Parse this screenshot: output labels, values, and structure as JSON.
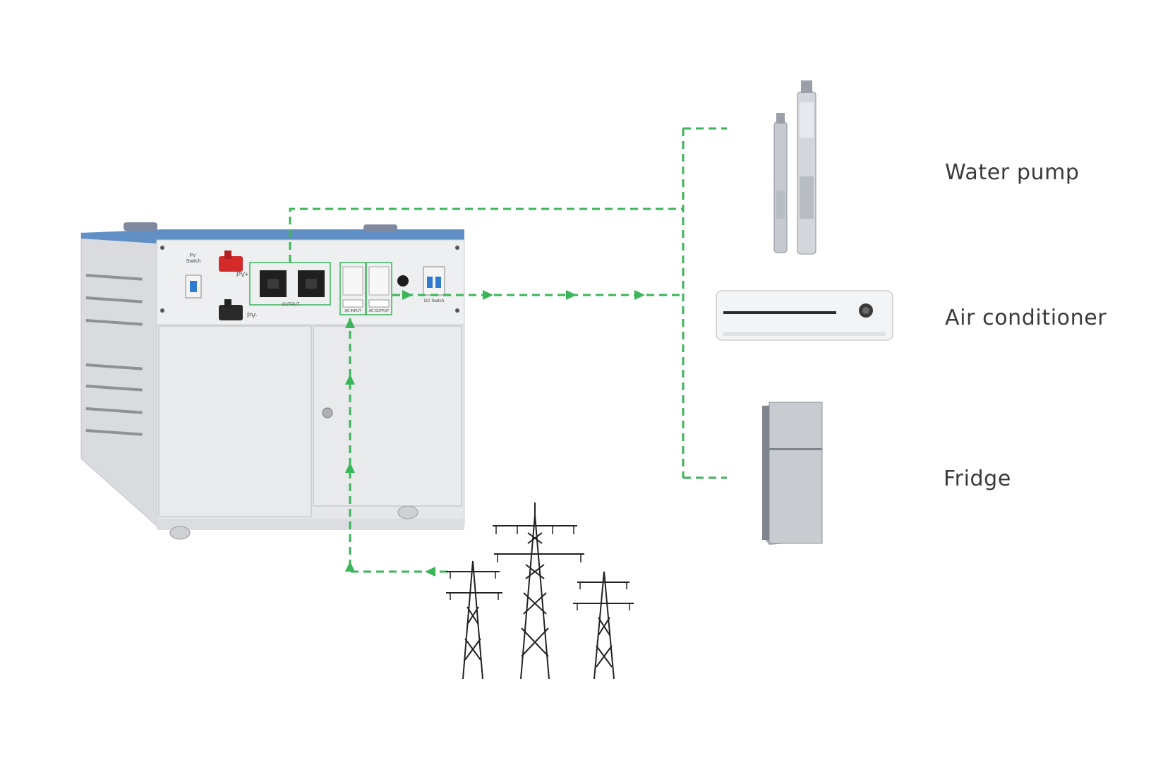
{
  "unit": {
    "pv_switch_label": "PV\nSwitch",
    "pv_plus_label": "PV+",
    "pv_minus_label": "PV-",
    "output_label": "OUTPUT",
    "ac_input_label": "AC INPUT",
    "ac_output_label": "AC OUTPUT",
    "dc_switch_label": "DC Switch"
  },
  "loads": [
    {
      "name": "Water pump",
      "icon": "water-pump-icon"
    },
    {
      "name": "Air conditioner",
      "icon": "air-conditioner-icon"
    },
    {
      "name": "Fridge",
      "icon": "fridge-icon"
    }
  ],
  "grid": {
    "icon": "power-tower-icon"
  },
  "colors": {
    "flow_line": "#3cb55a",
    "cabinet": "#e8e9eb",
    "cabinet_top": "#5f8fc4",
    "label_text": "#3a3a3a"
  }
}
